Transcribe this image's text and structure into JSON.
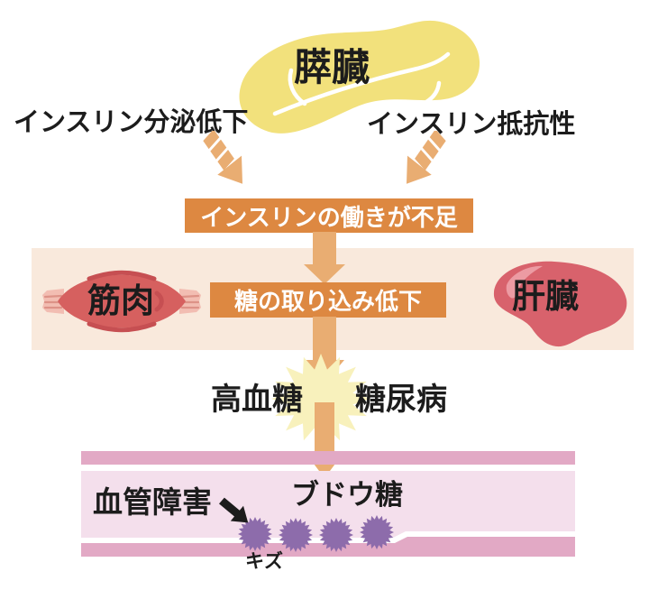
{
  "colors": {
    "pancreas": "#f2e17c",
    "starburst": "#f8f1bc",
    "banner": "#dd8841",
    "arrow": "#e9ad72",
    "band": "#f9e9dc",
    "muscle": "#d6605f",
    "muscleDark": "#c64f52",
    "tendon": "#f2bdb2",
    "tendonStripe": "#dd9287",
    "liver": "#d8626c",
    "liverHighlight": "#ec9ba3",
    "vesselWall": "#e2a9c5",
    "vesselInterior": "#f4dfec",
    "glucose": "#8d6cab",
    "text": "#1c1c1c"
  },
  "pancreas": {
    "label": "膵臓"
  },
  "causes": {
    "left": "インスリン分泌低下",
    "right": "インスリン抵抗性"
  },
  "banners": {
    "insulin_shortage": "インスリンの働きが不足",
    "glucose_uptake": "糖の取り込み低下"
  },
  "organs": {
    "muscle": "筋肉",
    "liver": "肝臓"
  },
  "outcomes": {
    "hyperglycemia": "高血糖",
    "diabetes": "糖尿病"
  },
  "vessel": {
    "damage": "血管障害",
    "glucose": "ブドウ糖",
    "wound": "キズ"
  }
}
